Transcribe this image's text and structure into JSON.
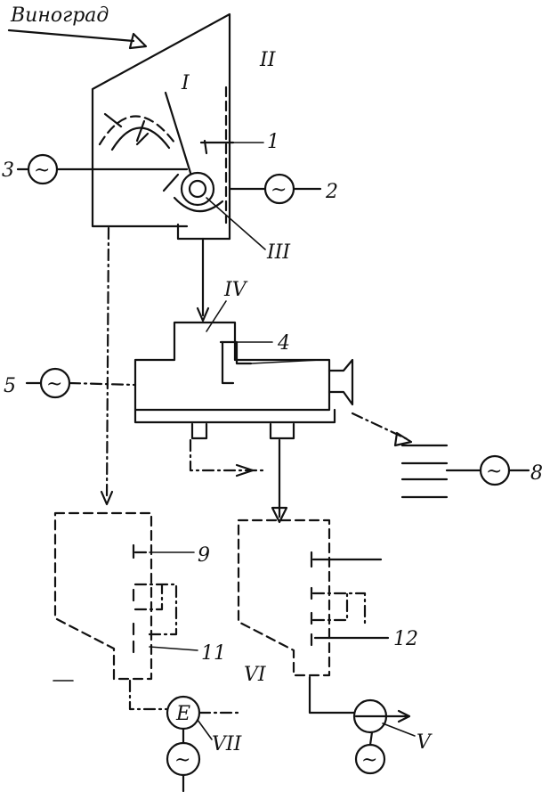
{
  "title": "Виноград",
  "numbers": {
    "n1": "1",
    "n2": "2",
    "n3": "3",
    "n4": "4",
    "n5": "5",
    "n8": "8",
    "n9": "9",
    "n11": "11",
    "n12": "12"
  },
  "romans": {
    "r1": "I",
    "r2": "II",
    "r3": "III",
    "r4": "IV",
    "r5": "V",
    "r6": "VI",
    "r7": "VII"
  },
  "symbols": {
    "ac": "~",
    "motor": "E"
  }
}
